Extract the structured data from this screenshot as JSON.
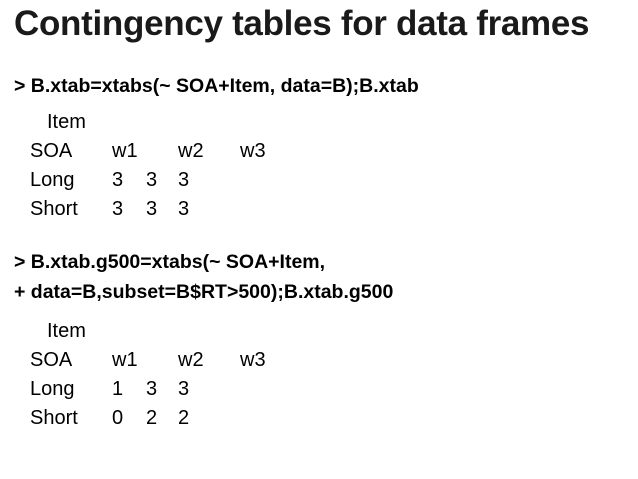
{
  "title": "Contingency tables for data frames",
  "commands": {
    "first": "> B.xtab=xtabs(~ SOA+Item, data=B);B.xtab",
    "second_line1": "> B.xtab.g500=xtabs(~ SOA+Item,",
    "second_line2": "+ data=B,subset=B$RT>500);B.xtab.g500"
  },
  "tables": [
    {
      "col_var": "Item",
      "row_var": "SOA",
      "columns": [
        "w1",
        "w2",
        "w3"
      ],
      "rows": [
        {
          "label": "Long",
          "values": [
            "3",
            "3",
            "3"
          ]
        },
        {
          "label": "Short",
          "values": [
            "3",
            "3",
            "3"
          ]
        }
      ]
    },
    {
      "col_var": "Item",
      "row_var": "SOA",
      "columns": [
        "w1",
        "w2",
        "w3"
      ],
      "rows": [
        {
          "label": "Long",
          "values": [
            "1",
            "3",
            "3"
          ]
        },
        {
          "label": "Short",
          "values": [
            "0",
            "2",
            "2"
          ]
        }
      ]
    }
  ]
}
